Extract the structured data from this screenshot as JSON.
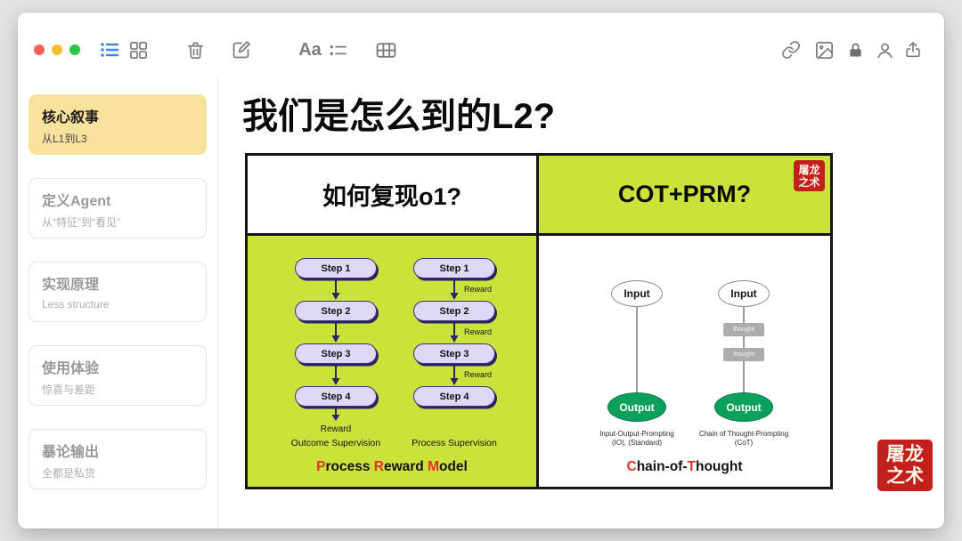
{
  "window": {
    "controls": [
      "close",
      "minimize",
      "zoom"
    ]
  },
  "toolbar": {
    "format_label": "Aa",
    "icons_left": [
      "outline-view",
      "grid-view",
      "trash",
      "compose",
      "text-format",
      "list-style",
      "table"
    ],
    "icons_right": [
      "link",
      "image",
      "lock",
      "account",
      "share"
    ]
  },
  "sidebar": {
    "items": [
      {
        "title": "核心叙事",
        "subtitle": "从L1到L3",
        "selected": true
      },
      {
        "title": "定义Agent",
        "subtitle": "从“特征”到“看见”",
        "selected": false
      },
      {
        "title": "实现原理",
        "subtitle": "Less structure",
        "selected": false
      },
      {
        "title": "使用体验",
        "subtitle": "惊喜与差距",
        "selected": false
      },
      {
        "title": "暴论输出",
        "subtitle": "全都是私货",
        "selected": false
      }
    ]
  },
  "slide": {
    "title": "我们是怎么到的L2?",
    "left_panel": {
      "header": "如何复现o1?",
      "outcome_flow": {
        "steps": [
          "Step 1",
          "Step 2",
          "Step 3",
          "Step 4"
        ],
        "reward": "Reward",
        "label": "Outcome Supervision"
      },
      "process_flow": {
        "steps": [
          "Step 1",
          "Step 2",
          "Step 3",
          "Step 4"
        ],
        "rewards": [
          "Reward",
          "Reward",
          "Reward"
        ],
        "label": "Process Supervision"
      },
      "caption_parts": [
        "P",
        "rocess ",
        "R",
        "eward ",
        "M",
        "odel"
      ]
    },
    "right_panel": {
      "header": "COT+PRM?",
      "io_diagram": {
        "input": "Input",
        "output": "Output",
        "caption_line1": "Input-Output-Prompting",
        "caption_line2": "(IO), (Standard)"
      },
      "cot_diagram": {
        "input": "Input",
        "thoughts": [
          "thought",
          "thought"
        ],
        "output": "Output",
        "caption_line1": "Chain of Thought-Prompting",
        "caption_line2": "(CoT)"
      },
      "caption_parts": [
        "C",
        "hain-of-",
        "T",
        "hought"
      ]
    },
    "stamp": {
      "line1": "屠龙",
      "line2": "之术"
    }
  },
  "colors": {
    "lime": "#CBE23B",
    "accent_red": "#E3342B",
    "output_green": "#0BA05C",
    "step_lavender": "#DDD8F5",
    "selected_yellow": "#F9E29B",
    "stamp_red": "#C3201B",
    "active_blue": "#3C82F7"
  }
}
